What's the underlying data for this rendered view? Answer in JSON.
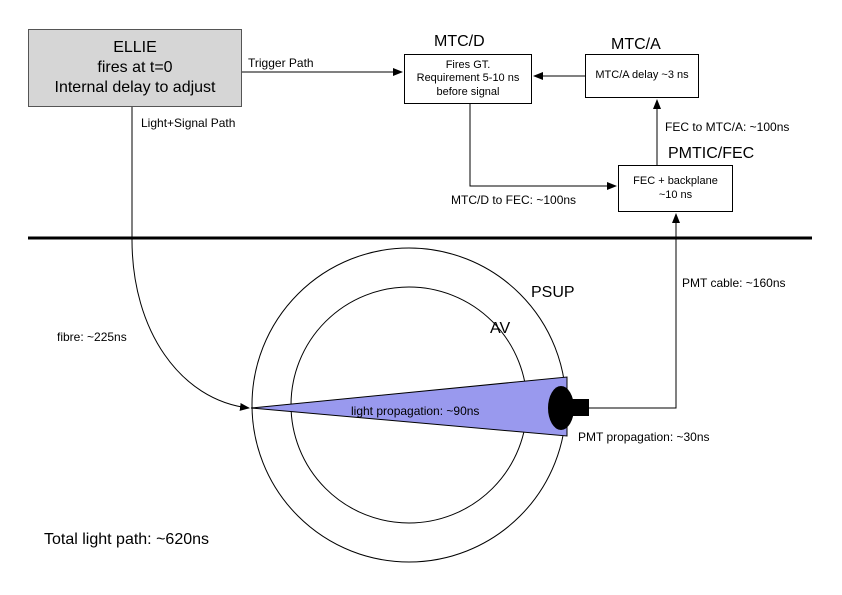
{
  "ellie": {
    "line1": "ELLIE",
    "line2": "fires at t=0",
    "line3": "Internal delay to adjust"
  },
  "mtcd": {
    "title": "MTC/D",
    "line1": "Fires GT.",
    "line2": "Requirement 5-10 ns",
    "line3": "before signal"
  },
  "mtca": {
    "title": "MTC/A",
    "line1": "MTC/A delay ~3 ns"
  },
  "fec": {
    "title": "PMTIC/FEC",
    "line1": "FEC + backplane",
    "line2": "~10 ns"
  },
  "paths": {
    "trigger": "Trigger Path",
    "light_signal": "Light+Signal Path",
    "fec_to_mtca": "FEC to MTC/A: ~100ns",
    "mtcd_to_fec": "MTC/D to FEC: ~100ns",
    "pmt_cable": "PMT cable: ~160ns",
    "fibre": "fibre: ~225ns",
    "light_propagation": "light propagation: ~90ns",
    "pmt_propagation": "PMT propagation: ~30ns"
  },
  "detector": {
    "psup": "PSUP",
    "av": "AV"
  },
  "total": "Total light path: ~620ns",
  "colors": {
    "light_cone": "#9999ee",
    "ellie_box": "#d6d6d6",
    "pmt": "#000000"
  }
}
